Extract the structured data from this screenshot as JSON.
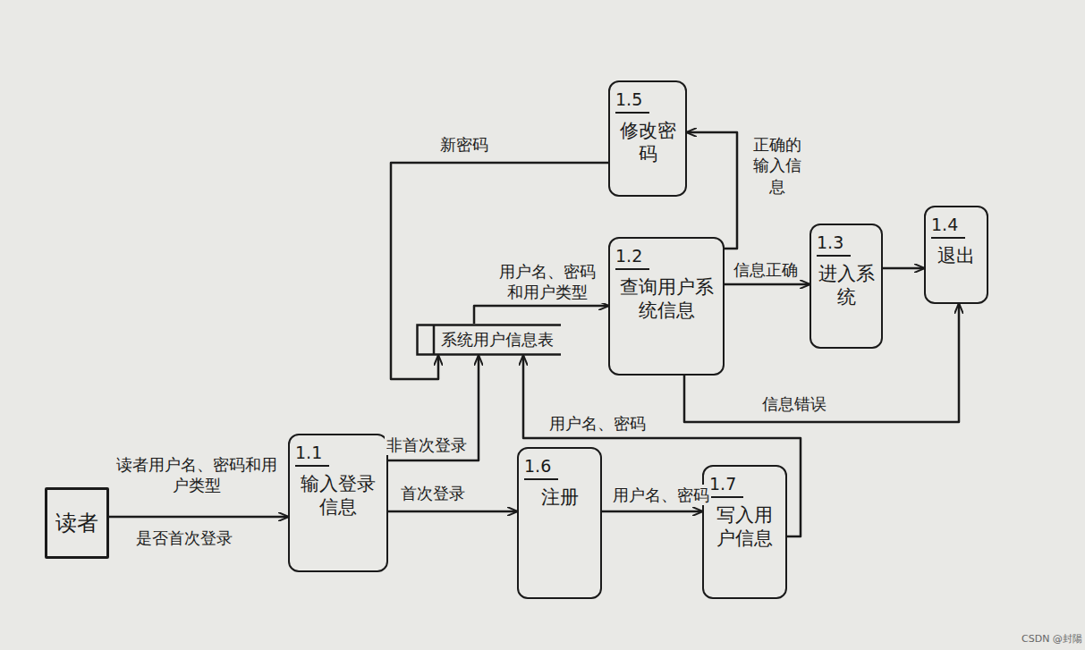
{
  "diagram": {
    "nodes": [
      {
        "text": [
          "读者"
        ]
      },
      {
        "text": [
          "1.1",
          "输入登录信息"
        ]
      },
      {
        "text": [
          "系统用户信息表"
        ]
      },
      {
        "text": [
          "1.2",
          "查询用户系统信息"
        ]
      },
      {
        "text": [
          "1.3",
          "进入系统"
        ]
      },
      {
        "text": [
          "1.4",
          "退出"
        ]
      },
      {
        "text": [
          "1.5",
          "修改密码"
        ]
      },
      {
        "text": [
          "1.6",
          "注册"
        ]
      },
      {
        "text": [
          "1.7",
          "写入用户信息"
        ]
      }
    ],
    "edges": [
      {
        "from": 0,
        "to": 1,
        "label": "读者用户名、密码和用户类型",
        "arrow": "to"
      },
      {
        "from": 1,
        "to": 2,
        "label": "非首次登录",
        "arrow": "to"
      },
      {
        "from": 1,
        "to": 7,
        "label": "首次登录",
        "arrow": "to"
      },
      {
        "from": 7,
        "to": 8,
        "label": "用户名、密码",
        "arrow": "to"
      },
      {
        "from": 8,
        "to": 2,
        "label": "用户名、密码",
        "arrow": "to"
      },
      {
        "from": 2,
        "to": 3,
        "label": "用户名、密码和用户类型",
        "arrow": "to"
      },
      {
        "from": 3,
        "to": 4,
        "label": "信息正确",
        "arrow": "to"
      },
      {
        "from": 3,
        "to": 5,
        "label": "信息错误",
        "arrow": "to"
      },
      {
        "from": 4,
        "to": 5,
        "arrow": "to"
      },
      {
        "from": 3,
        "to": 6,
        "label": "正确的输入信息",
        "arrow": "to"
      },
      {
        "from": 6,
        "to": 2,
        "label": "新密码",
        "arrow": "to"
      }
    ],
    "labels": [
      "是否首次登录",
      "CSDN @封陽"
    ]
  }
}
